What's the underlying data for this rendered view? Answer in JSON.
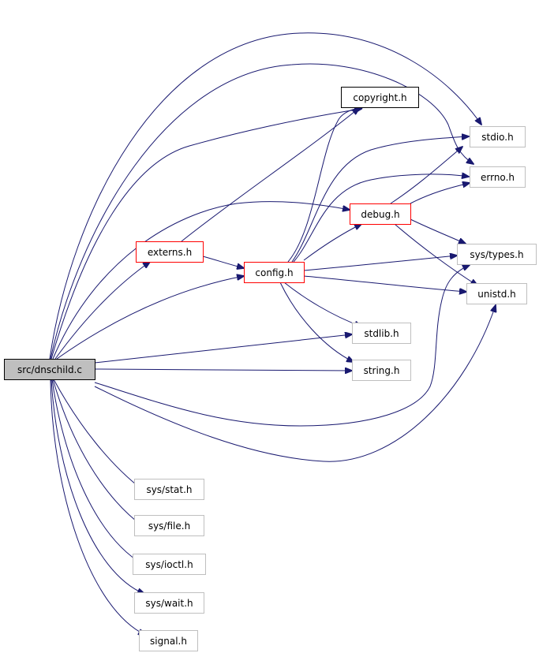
{
  "diagram": {
    "nodes": [
      {
        "id": "dnschild",
        "label": "src/dnschild.c",
        "kind": "root"
      },
      {
        "id": "copyright",
        "label": "copyright.h",
        "kind": "documented"
      },
      {
        "id": "stdio",
        "label": "stdio.h",
        "kind": "external"
      },
      {
        "id": "errno",
        "label": "errno.h",
        "kind": "external"
      },
      {
        "id": "debug",
        "label": "debug.h",
        "kind": "has-includes"
      },
      {
        "id": "externs",
        "label": "externs.h",
        "kind": "has-includes"
      },
      {
        "id": "config",
        "label": "config.h",
        "kind": "has-includes"
      },
      {
        "id": "systypes",
        "label": "sys/types.h",
        "kind": "external"
      },
      {
        "id": "unistd",
        "label": "unistd.h",
        "kind": "external"
      },
      {
        "id": "stdlib",
        "label": "stdlib.h",
        "kind": "external"
      },
      {
        "id": "string",
        "label": "string.h",
        "kind": "external"
      },
      {
        "id": "sysstat",
        "label": "sys/stat.h",
        "kind": "external"
      },
      {
        "id": "sysfile",
        "label": "sys/file.h",
        "kind": "external"
      },
      {
        "id": "sysioctl",
        "label": "sys/ioctl.h",
        "kind": "external"
      },
      {
        "id": "syswait",
        "label": "sys/wait.h",
        "kind": "external"
      },
      {
        "id": "signal",
        "label": "signal.h",
        "kind": "external"
      }
    ],
    "edges": [
      {
        "from": "dnschild",
        "to": "stdio"
      },
      {
        "from": "dnschild",
        "to": "errno"
      },
      {
        "from": "dnschild",
        "to": "copyright"
      },
      {
        "from": "dnschild",
        "to": "debug"
      },
      {
        "from": "dnschild",
        "to": "externs"
      },
      {
        "from": "dnschild",
        "to": "config"
      },
      {
        "from": "dnschild",
        "to": "stdlib"
      },
      {
        "from": "dnschild",
        "to": "string"
      },
      {
        "from": "dnschild",
        "to": "systypes"
      },
      {
        "from": "dnschild",
        "to": "unistd"
      },
      {
        "from": "dnschild",
        "to": "sysstat"
      },
      {
        "from": "dnschild",
        "to": "sysfile"
      },
      {
        "from": "dnschild",
        "to": "sysioctl"
      },
      {
        "from": "dnschild",
        "to": "syswait"
      },
      {
        "from": "dnschild",
        "to": "signal"
      },
      {
        "from": "externs",
        "to": "copyright"
      },
      {
        "from": "externs",
        "to": "config"
      },
      {
        "from": "config",
        "to": "copyright"
      },
      {
        "from": "config",
        "to": "stdio"
      },
      {
        "from": "config",
        "to": "errno"
      },
      {
        "from": "config",
        "to": "debug"
      },
      {
        "from": "config",
        "to": "systypes"
      },
      {
        "from": "config",
        "to": "unistd"
      },
      {
        "from": "config",
        "to": "stdlib"
      },
      {
        "from": "config",
        "to": "string"
      },
      {
        "from": "debug",
        "to": "stdio"
      },
      {
        "from": "debug",
        "to": "errno"
      },
      {
        "from": "debug",
        "to": "systypes"
      },
      {
        "from": "debug",
        "to": "unistd"
      }
    ]
  },
  "style": {
    "edge_color": "#191970",
    "root_fill": "#bfbfbf",
    "root_stroke": "#000000",
    "documented_stroke": "#000000",
    "has_includes_stroke": "#ff0000",
    "external_stroke": "#bfbfbf"
  }
}
